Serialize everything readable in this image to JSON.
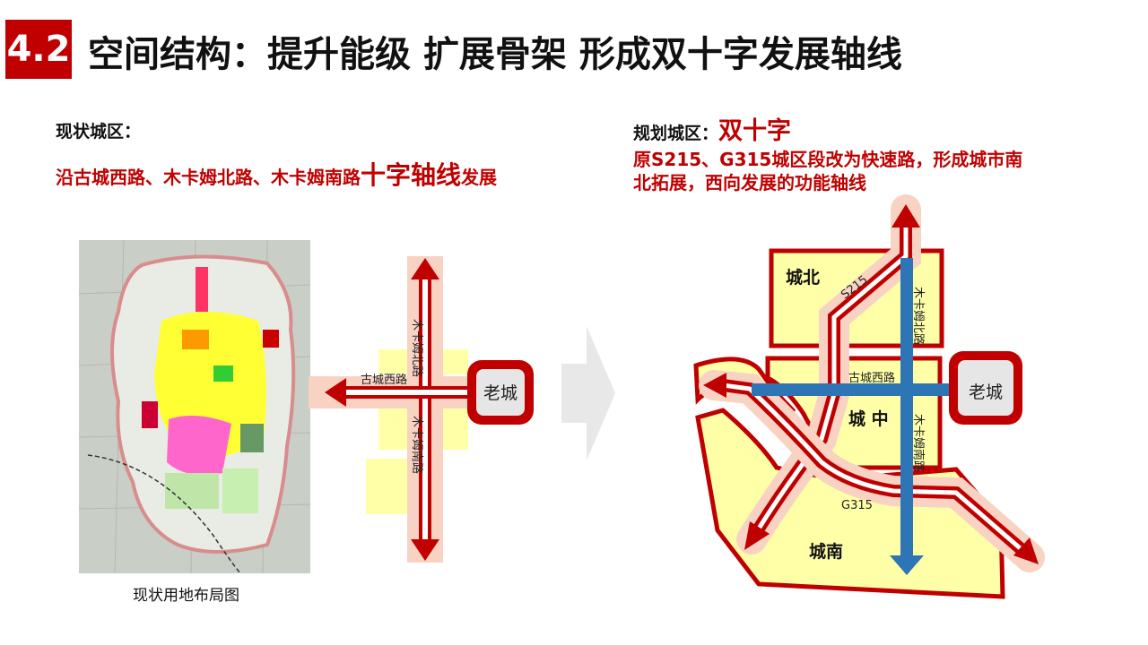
{
  "header": {
    "section_number": "4.2",
    "title": "空间结构：提升能级 扩展骨架 形成双十字发展轴线"
  },
  "left": {
    "heading": "现状城区：",
    "description_prefix": "沿古城西路、木卡姆北路、木卡姆南路",
    "description_emph": "十字轴线",
    "description_suffix": "发展",
    "map_caption": "现状用地布局图",
    "diagram": {
      "road_north": "木卡姆北路",
      "road_west": "古城西路",
      "road_south": "木卡姆南路",
      "old_city": "老城"
    }
  },
  "right": {
    "heading": "规划城区：",
    "heading_emph": "双十字",
    "description_line1": "原S215、G315城区段改为快速路，形成城市南",
    "description_line2": "北拓展，西向发展的功能轴线",
    "diagram": {
      "zone_north": "城北",
      "zone_center": "城 中",
      "zone_south": "城南",
      "road_s215": "S215",
      "road_g315": "G315",
      "road_west": "古城西路",
      "road_north": "木卡姆北路",
      "road_south": "木卡姆南路",
      "old_city": "老城"
    }
  },
  "colors": {
    "accent_red": "#c00000",
    "zone_yellow": "#ffffa8",
    "axis_blue": "#2e75b6",
    "halo_pink": "#f8d3c4"
  }
}
